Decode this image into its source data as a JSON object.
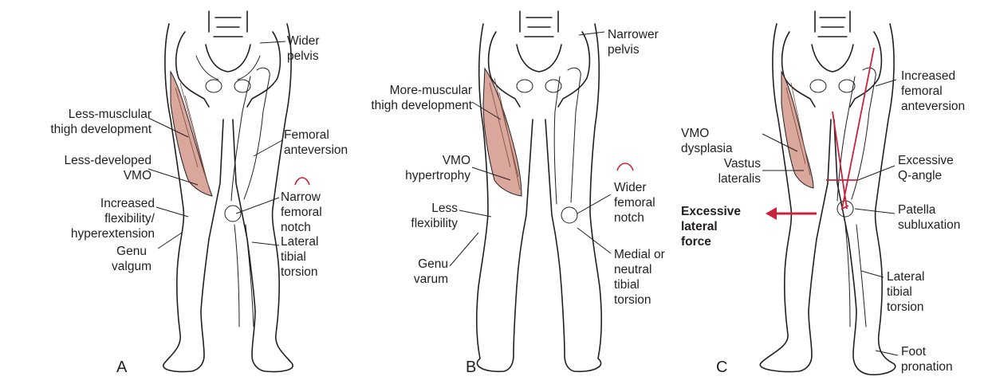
{
  "panels": {
    "a": {
      "letter": "A",
      "labels": {
        "wider_pelvis": "Wider\npelvis",
        "less_muscular": "Less-musclular\nthigh development",
        "femoral_anteversion": "Femoral\nanteversion",
        "less_developed_vmo": "Less-developed\nVMO",
        "narrow_notch": "Narrow\nfemoral notch",
        "increased_flexibility": "Increased\nflexibility/\nhyperextension",
        "genu_valgum": "Genu\nvalgum",
        "lateral_tibial_torsion": "Lateral\ntibial\ntorsion"
      }
    },
    "b": {
      "letter": "B",
      "labels": {
        "narrower_pelvis": "Narrower\npelvis",
        "more_muscular": "More-muscular\nthigh development",
        "vmo_hypertrophy": "VMO\nhypertrophy",
        "wider_notch": "Wider\nfemoral\nnotch",
        "less_flexibility": "Less\nflexibility",
        "genu_varum": "Genu\nvarum",
        "medial_torsion": "Medial or\nneutral\ntibial torsion"
      }
    },
    "c": {
      "letter": "C",
      "labels": {
        "increased_anteversion": "Increased\nfemoral\nanteversion",
        "vmo_dysplasia": "VMO\ndysplasia",
        "vastus_lateralis": "Vastus\nlateralis",
        "excessive_q_angle": "Excessive\nQ-angle",
        "excessive_lateral_force": "Excessive\nlateral\nforce",
        "patella_subluxation": "Patella\nsubluxation",
        "lateral_tibial_torsion": "Lateral\ntibial\ntorsion",
        "foot_pronation": "Foot\npronation"
      }
    }
  },
  "colors": {
    "muscle": "#d9a79b",
    "accent_red": "#c8233a",
    "line": "#231f20"
  }
}
